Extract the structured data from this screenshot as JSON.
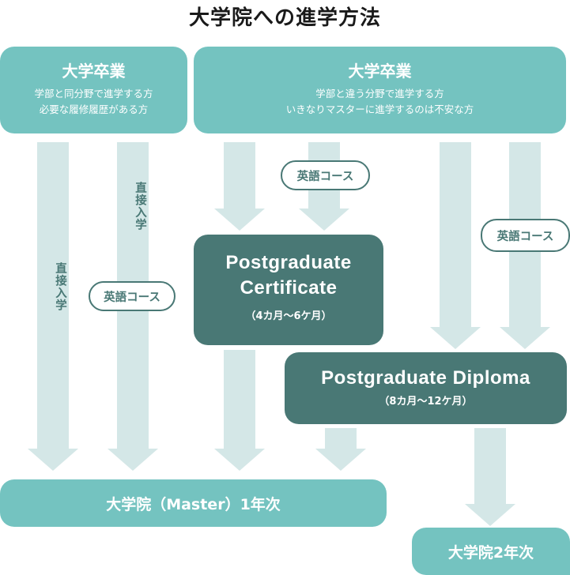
{
  "title": "大学院への進学方法",
  "sources": [
    {
      "heading": "大学卒業",
      "lines": [
        "学部と同分野で進学する方",
        "必要な履修履歴がある方"
      ]
    },
    {
      "heading": "大学卒業",
      "lines": [
        "学部と違う分野で進学する方",
        "いきなりマスターに進学するのは不安な方"
      ]
    }
  ],
  "paths": {
    "direct_label": "直接入学",
    "english_course_label": "英語コース"
  },
  "certificate": {
    "title_line1": "Postgraduate",
    "title_line2": "Certificate",
    "duration": "（4カ月〜6ケ月）"
  },
  "diploma": {
    "title": "Postgraduate Diploma",
    "duration": "（8カ月〜12ケ月）"
  },
  "destinations": {
    "master_year1": "大学院（Master）1年次",
    "master_year2": "大学院2年次"
  },
  "colors": {
    "light_teal": "#74c3c0",
    "dark_teal": "#497875",
    "arrow": "#d4e7e7"
  }
}
